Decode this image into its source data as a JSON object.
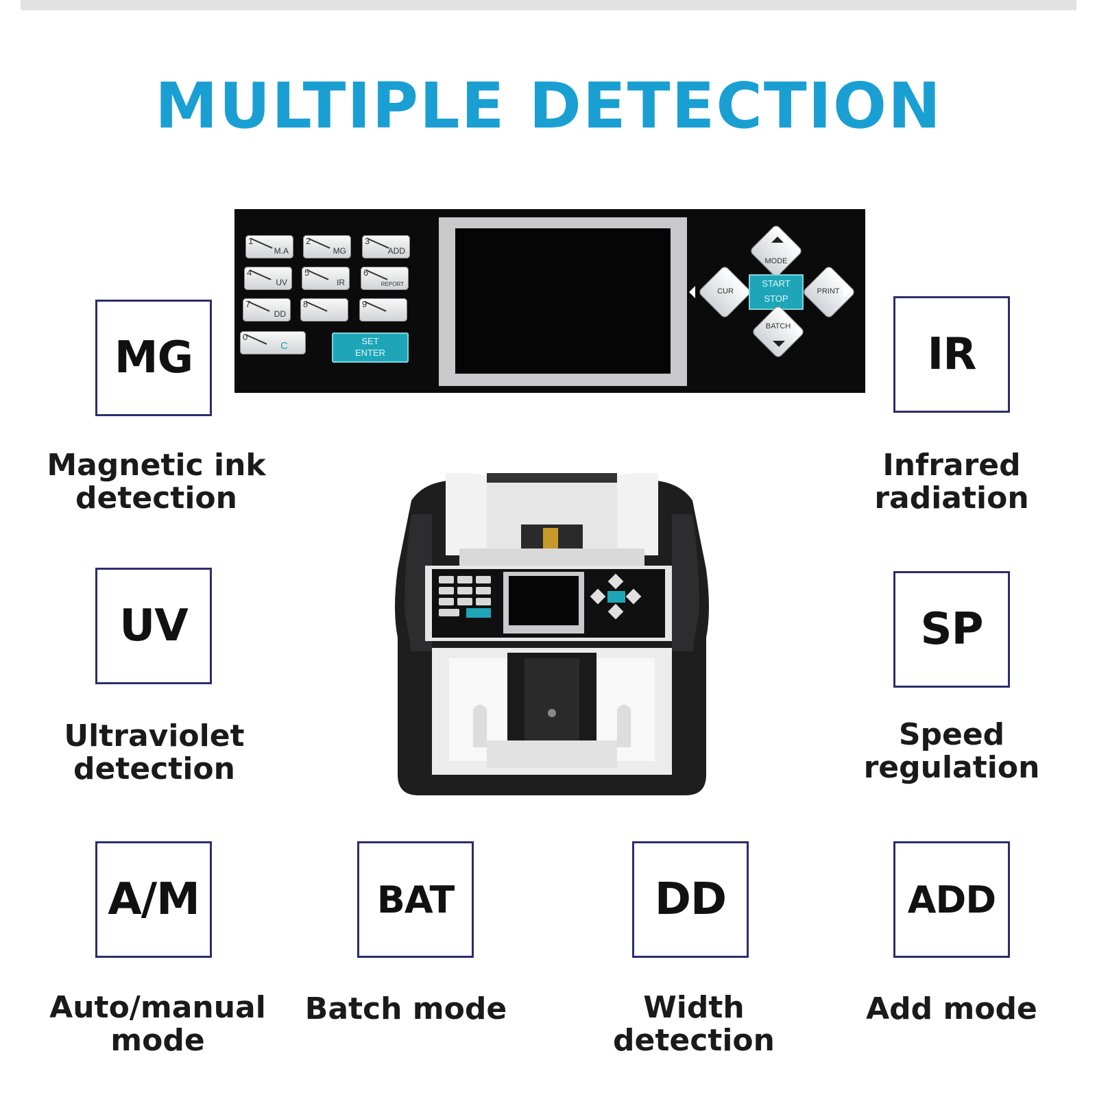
{
  "title": "MULTIPLE DETECTION",
  "features": [
    {
      "code": "MG",
      "label_line1": "Magnetic ink",
      "label_line2": "detection"
    },
    {
      "code": "IR",
      "label_line1": "Infrared",
      "label_line2": "radiation"
    },
    {
      "code": "UV",
      "label_line1": "Ultraviolet",
      "label_line2": "detection"
    },
    {
      "code": "SP",
      "label_line1": "Speed",
      "label_line2": "regulation"
    },
    {
      "code": "A/M",
      "label_line1": "Auto/manual",
      "label_line2": "mode"
    },
    {
      "code": "BAT",
      "label_line1": "Batch mode",
      "label_line2": ""
    },
    {
      "code": "DD",
      "label_line1": "Width",
      "label_line2": "detection"
    },
    {
      "code": "ADD",
      "label_line1": "Add mode",
      "label_line2": ""
    }
  ],
  "keypad": [
    {
      "num": "1",
      "label": "M.A"
    },
    {
      "num": "2",
      "label": "MG"
    },
    {
      "num": "3",
      "label": "ADD"
    },
    {
      "num": "4",
      "label": "UV"
    },
    {
      "num": "5",
      "label": "IR"
    },
    {
      "num": "6",
      "label": "REPORT"
    },
    {
      "num": "7",
      "label": "DD"
    },
    {
      "num": "8",
      "label": ""
    },
    {
      "num": "9",
      "label": ""
    },
    {
      "num": "0",
      "label": "C"
    }
  ],
  "set_enter": {
    "line1": "SET",
    "line2": "ENTER"
  },
  "nav": {
    "mode": "MODE",
    "cur": "CUR",
    "print": "PRINT",
    "batch": "BATCH",
    "start": "START",
    "stop": "STOP"
  },
  "colors": {
    "accent": "#1a9fd3",
    "box_border": "#2b2d6e",
    "button_teal": "#1ea6b8"
  }
}
